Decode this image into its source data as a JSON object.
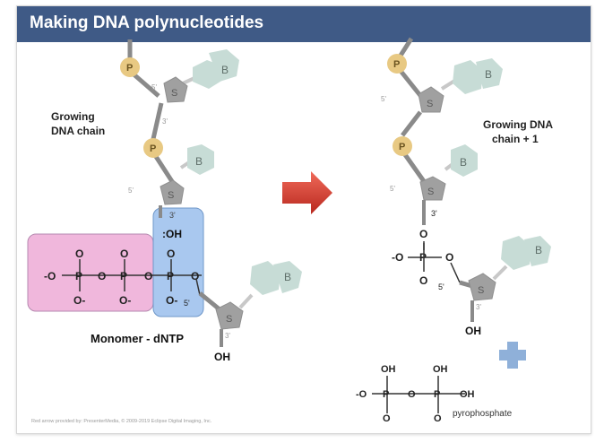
{
  "title": "Making DNA polynucleotides",
  "labels": {
    "growing_chain": [
      "Growing",
      "DNA chain"
    ],
    "growing_chain_plus": [
      "Growing DNA",
      "chain + 1"
    ],
    "monomer": "Monomer - dNTP",
    "pyrophosphate": "pyrophosphate",
    "oh_hydroxyl": ":OH",
    "credit": "Red arrow provided by: PresenterMedia, © 2009-2019 Eclipse Digital Imaging, Inc."
  },
  "atoms": {
    "phosphate": "P",
    "sugar": "S",
    "base": "B",
    "prime3": "3'",
    "prime5": "5'",
    "oxygen": "O",
    "o_minus": "-O",
    "o_dot": "O-",
    "oh": "OH",
    "dash": "-"
  },
  "colors": {
    "title_bar": "#3f5a86",
    "phosphate": "#e8c983",
    "sugar": "#9b9b9b",
    "base": "#c7dcd6",
    "pink_box": "#f0b7dc",
    "blue_box": "#a9c8ef",
    "arrow": "#d63a2c",
    "plus": "#8fb0d9"
  }
}
